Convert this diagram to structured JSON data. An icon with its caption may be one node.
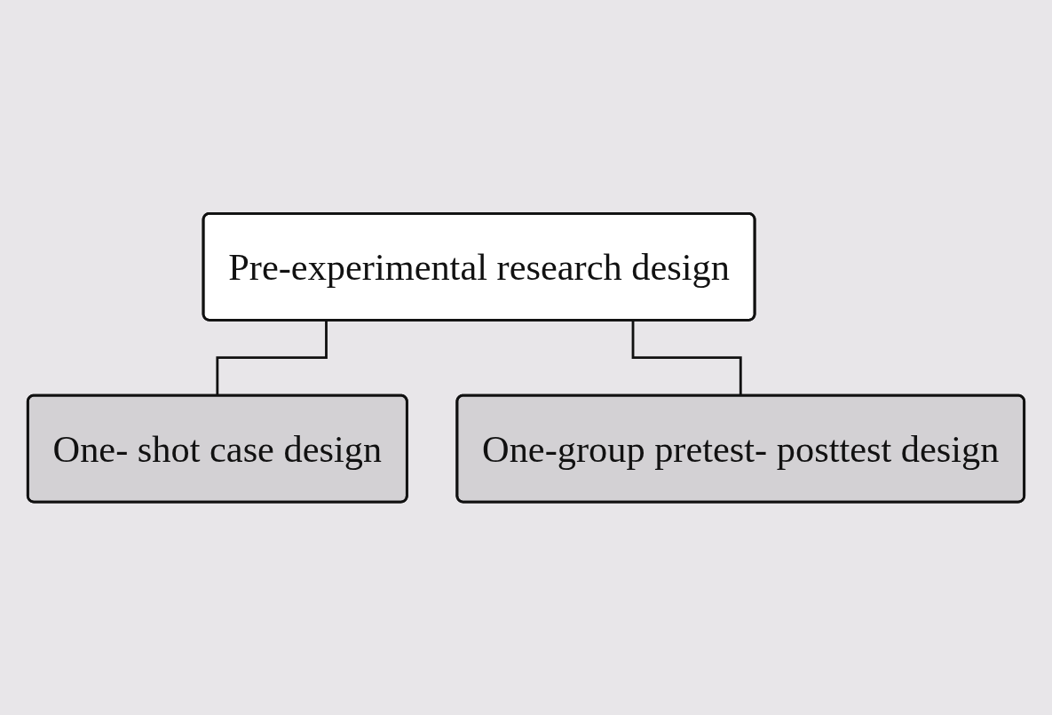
{
  "diagram": {
    "nodes": [
      {
        "text": [
          "Pre-experimental research design"
        ]
      },
      {
        "text": [
          "One- shot case design"
        ]
      },
      {
        "text": [
          "One-group pretest- posttest design"
        ]
      }
    ],
    "edges": [
      {
        "from": 0,
        "to": 1,
        "arrow": "none"
      },
      {
        "from": 0,
        "to": 2,
        "arrow": "none"
      }
    ]
  }
}
